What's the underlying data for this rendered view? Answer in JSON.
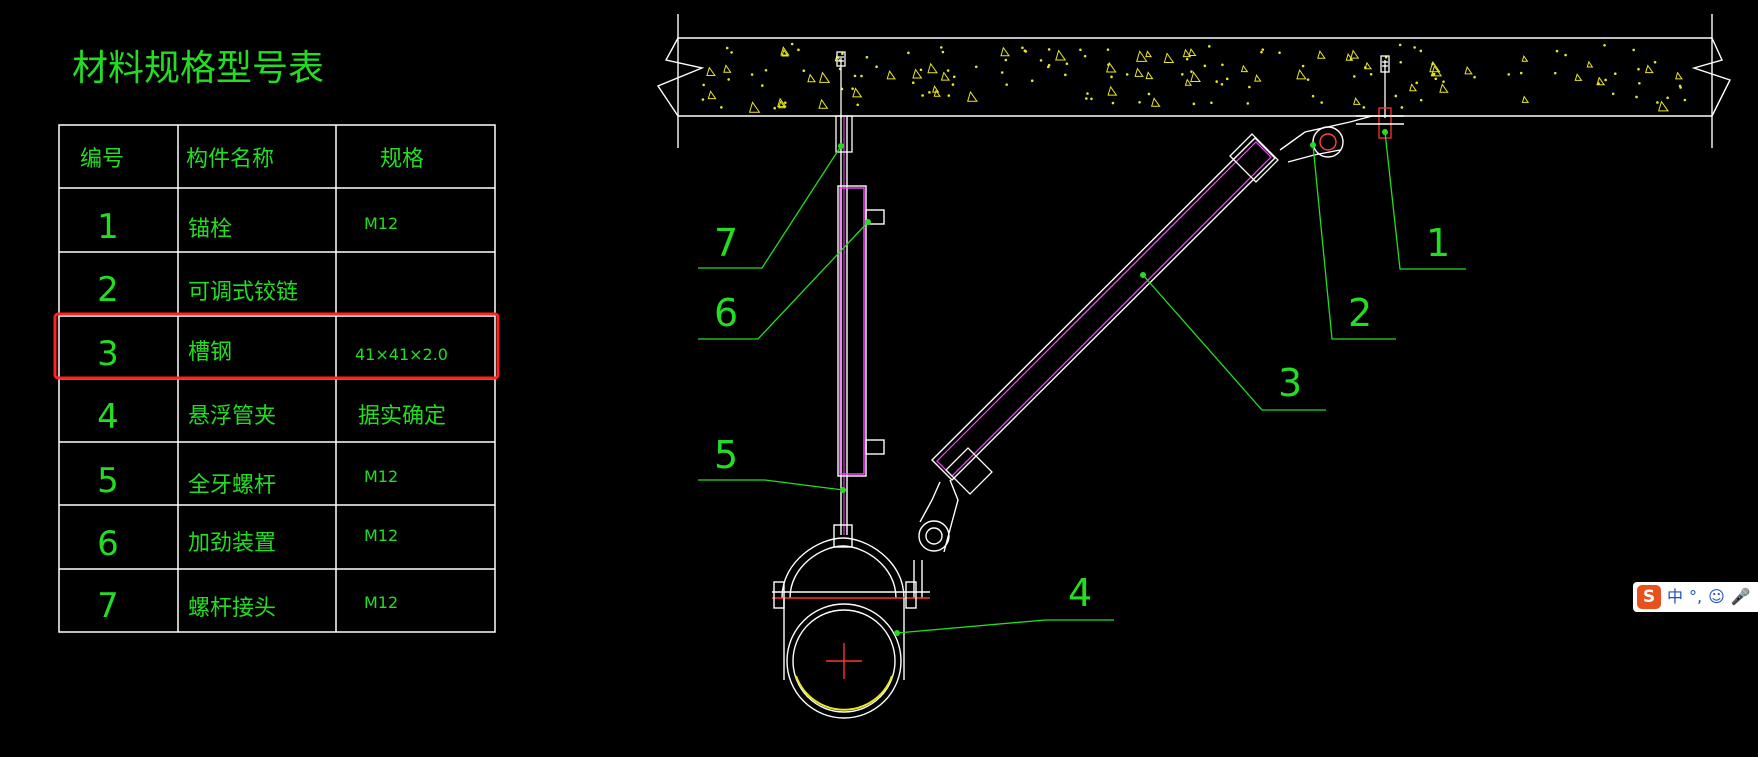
{
  "table": {
    "title": "材料规格型号表",
    "headers": [
      "编号",
      "构件名称",
      "规格"
    ],
    "rows": [
      {
        "no": "1",
        "name": "锚栓",
        "spec": "M12"
      },
      {
        "no": "2",
        "name": "可调式铰链",
        "spec": ""
      },
      {
        "no": "3",
        "name": "槽钢",
        "spec": "41×41×2.0"
      },
      {
        "no": "4",
        "name": "悬浮管夹",
        "spec": "据实确定"
      },
      {
        "no": "5",
        "name": "全牙螺杆",
        "spec": "M12"
      },
      {
        "no": "6",
        "name": "加劲装置",
        "spec": "M12"
      },
      {
        "no": "7",
        "name": "螺杆接头",
        "spec": "M12"
      }
    ],
    "highlighted_row": "3"
  },
  "callouts": {
    "c1": "1",
    "c2": "2",
    "c3": "3",
    "c4": "4",
    "c5": "5",
    "c6": "6",
    "c7": "7"
  },
  "ime": {
    "logo": "S",
    "mode": "中",
    "punct": "°,",
    "emoji_icon": "smiley-icon",
    "mic_icon": "microphone-icon"
  },
  "colors": {
    "background": "#000000",
    "text": "#22dd22",
    "lines": "#ffffff",
    "channel": "#ff44ff",
    "highlight": "#ff2222",
    "hatch": "#e8e822"
  }
}
